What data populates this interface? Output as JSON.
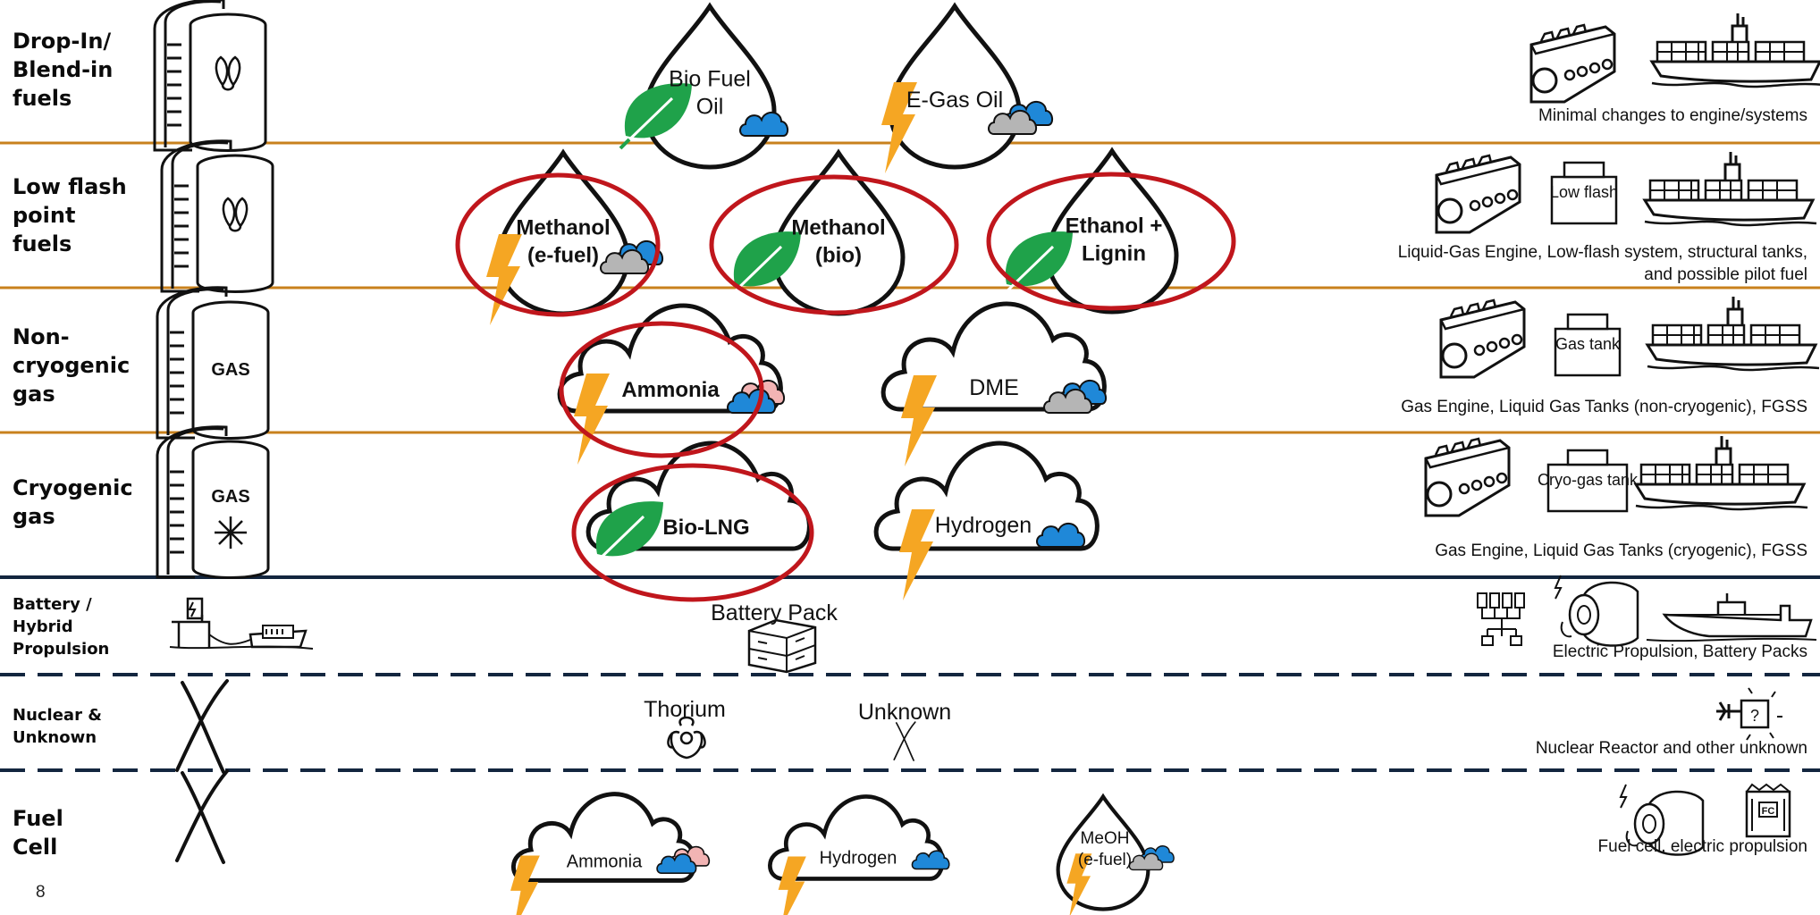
{
  "rows": [
    {
      "category": "Drop-In/\nBlend-in\nfuels",
      "requirement": "Minimal changes to engine/systems"
    },
    {
      "category": "Low flash\npoint\nfuels",
      "requirement": "Liquid-Gas Engine, Low-flash system, structural tanks,\nand possible pilot fuel",
      "box_label": "Low\nflash"
    },
    {
      "category": "Non-\ncryogenic\ngas",
      "requirement": "Gas Engine, Liquid Gas Tanks (non-cryogenic), FGSS",
      "box_label": "Gas\ntank",
      "tank_label": "GAS"
    },
    {
      "category": "Cryogenic\ngas",
      "requirement": "Gas Engine, Liquid Gas Tanks (cryogenic), FGSS",
      "box_label": "Cryo-gas\ntank",
      "tank_label": "GAS"
    },
    {
      "category": "Battery /\nHybrid\nPropulsion",
      "requirement": "Electric Propulsion, Battery Packs"
    },
    {
      "category": "Nuclear &\nUnknown",
      "requirement": "Nuclear Reactor and other unknown"
    },
    {
      "category": "Fuel\nCell",
      "requirement": "Fuel cell, electric propulsion"
    }
  ],
  "fuels": {
    "bio_fuel_oil": "Bio Fuel\nOil",
    "e_gas_oil": "E-Gas Oil",
    "methanol_efuel": "Methanol\n(e-fuel)",
    "methanol_bio": "Methanol\n(bio)",
    "ethanol_lignin": "Ethanol +\nLignin",
    "ammonia": "Ammonia",
    "dme": "DME",
    "bio_lng": "Bio-LNG",
    "hydrogen": "Hydrogen",
    "battery_pack": "Battery Pack",
    "thorium": "Thorium",
    "unknown": "Unknown",
    "fc_ammonia": "Ammonia",
    "fc_hydrogen": "Hydrogen",
    "fc_meoh": "MeOH\n(e-fuel)"
  },
  "icons": {
    "fc_box": "FC",
    "question": "?"
  },
  "page_number": "8",
  "colors": {
    "separator_orange": "#c8811d",
    "separator_navy": "#13263f",
    "highlight_red": "#c0161c",
    "leaf_green": "#1fa24a",
    "bolt_orange": "#f5a623",
    "cloud_blue": "#1f88d8",
    "cloud_grey": "#b5b5b5",
    "cloud_pink": "#f2b4b4"
  }
}
